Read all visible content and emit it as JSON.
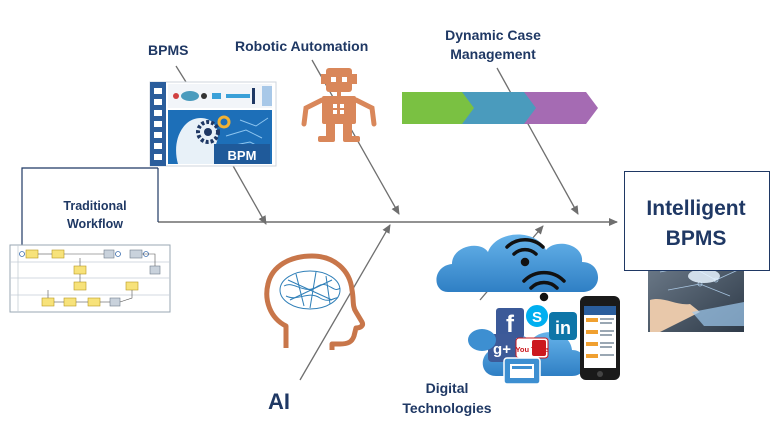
{
  "labels": {
    "bpms": "BPMS",
    "robotic_automation": "Robotic Automation",
    "dynamic_case_management": "Dynamic Case Management",
    "traditional_workflow": "Traditional Workflow",
    "intelligent_bpms": "Intelligent BPMS",
    "ai": "AI",
    "digital_technologies": "Digital Technologies",
    "bpm_badge": "BPM",
    "youtube_badge": "You Tube",
    "skype_letter": "S",
    "linkedin_letters": "in",
    "facebook_letter": "f",
    "gplus_text": "g+"
  },
  "colors": {
    "title_blue": "#1f3864",
    "line_gray": "#6f6f6f",
    "arrow_green": "#7ac142",
    "arrow_teal": "#4a9bbd",
    "arrow_purple": "#a56bb3",
    "robot_orange": "#d9875a",
    "head_orange": "#c8764a",
    "cloud_blue": "#3d8fd1"
  }
}
